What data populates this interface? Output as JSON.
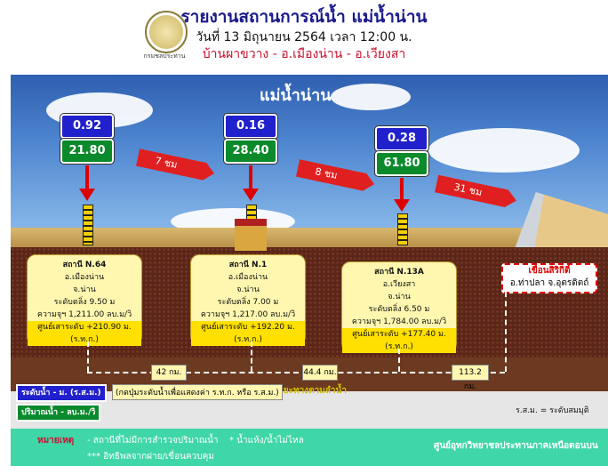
{
  "header": {
    "title": "รายงานสถานการณ์น้ำ แม่น้ำน่าน",
    "date": "วันที่ 13 มิถุนายน 2564 เวลา 12:00 น.",
    "location": "บ้านผาขวาง - อ.เมืองน่าน - อ.เวียงสา",
    "logo_text": "กรมชลประทาน"
  },
  "scene": {
    "river_name": "แม่น้ำน่าน",
    "stations": [
      {
        "level": "0.92",
        "flow": "21.80",
        "name": "สถานี N.64",
        "district": "อ.เมืองน่าน",
        "province": "จ.น่าน",
        "bank": "ระดับตลิ่ง 9.50 ม",
        "capacity": "ความจุฯ 1,211.00 ลบ.ม/วิ",
        "datum": "ศูนย์เสาระดับ +210.90 ม.(ร.ท.ก.)"
      },
      {
        "level": "0.16",
        "flow": "28.40",
        "name": "สถานี N.1",
        "district": "อ.เมืองน่าน",
        "province": "จ.น่าน",
        "bank": "ระดับตลิ่ง 7.00 ม",
        "capacity": "ความจุฯ 1,217.00 ลบ.ม/วิ",
        "datum": "ศูนย์เสาระดับ +192.20 ม.(ร.ท.ก.)"
      },
      {
        "level": "0.28",
        "flow": "61.80",
        "name": "สถานี N.13A",
        "district": "อ.เวียงสา",
        "province": "จ.น่าน",
        "bank": "ระดับตลิ่ง 6.50 ม",
        "capacity": "ความจุฯ 1,784.00 ลบ.ม/วิ",
        "datum": "ศูนย์เสาระดับ +177.40 ม.(ร.ท.ก.)"
      }
    ],
    "travel_times": [
      "7 ชม",
      "8 ชม",
      "31 ชม"
    ],
    "dam": {
      "name": "เขื่อนสิริกิติ์",
      "location": "อ.ท่าปลา จ.อุตรดิตถ์"
    },
    "distances": [
      "42 กม.",
      "44.4 กม.",
      "113.2 กม."
    ],
    "distance_label": "ระยะทางตามลำน้ำ",
    "hint": "(กดปุ่มระดับน้ำเพื่อแสดงค่า ร.ท.ก. หรือ ร.ส.ม.)"
  },
  "legend": {
    "level_label": "ระดับน้ำ - ม. (ร.ส.ม.)",
    "flow_label": "ปริมาณน้ำ - ลบ.ม./วิ",
    "rsm_note": "ร.ส.ม. = ระดับสมมุติ",
    "remark_title": "หมายเหตุ",
    "remark1": "-  สถานีที่ไม่มีการสำรวจปริมาณน้ำ",
    "remark2": "*  น้ำแห้ง/น้ำไม่ไหล",
    "remark3": "***  อิทธิพลจากฝาย/เขื่อนควบคุม",
    "center": "ศูนย์อุทกวิทยาชลประทานภาคเหนือตอนบน"
  },
  "colors": {
    "level_box": "#2020cc",
    "flow_box": "#0b8a2c",
    "arrow": "#e02020",
    "legend_band": "#3fd6a8"
  }
}
